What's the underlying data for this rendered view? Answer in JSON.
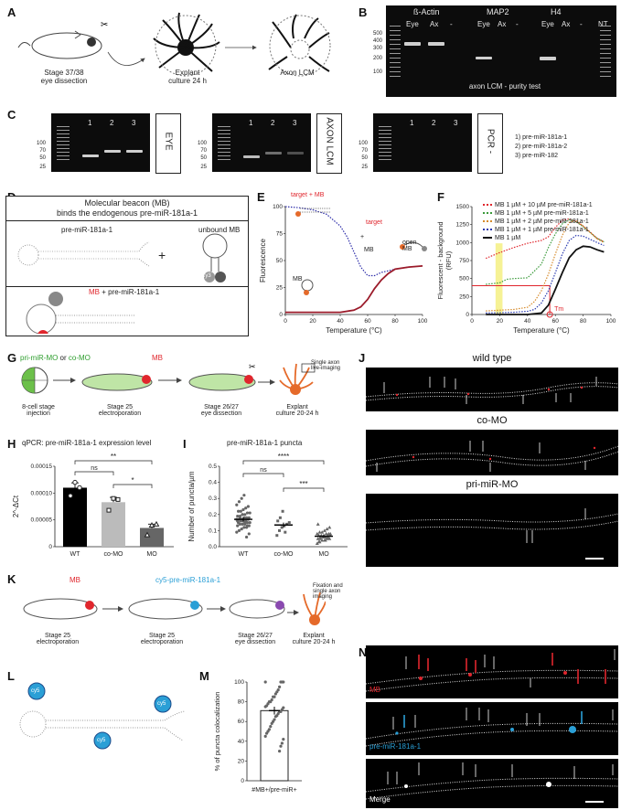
{
  "panels": {
    "A": {
      "letter": "A",
      "steps": [
        "Stage 37/38\neye dissection",
        "Explant\nculture 24 h",
        "Axon LCM"
      ]
    },
    "B": {
      "letter": "B",
      "gene_labels": [
        "ß-Actin",
        "MAP2",
        "H4"
      ],
      "lane_labels": [
        "Eye",
        "Ax",
        "-",
        "Eye",
        "Ax",
        "-",
        "Eye",
        "Ax",
        "-",
        "NT"
      ],
      "ladder": [
        "500",
        "400",
        "300",
        "200",
        "100"
      ],
      "caption": "axon LCM - purity test"
    },
    "C": {
      "letter": "C",
      "gels": [
        "EYE",
        "AXON LCM",
        "PCR -"
      ],
      "lanes": [
        "1",
        "2",
        "3"
      ],
      "ladder": [
        "100",
        "70",
        "50",
        "25"
      ],
      "key": [
        "1) pre-miR-181a-1",
        "2) pre-miR-181a-2",
        "3) pre-miR-182"
      ]
    },
    "D": {
      "letter": "D",
      "title_line1": "Molecular beacon (MB)",
      "title_line2": "binds the endogenous pre-miR-181a-1",
      "pre_label": "pre-miR-181a-1",
      "plus": "+",
      "unbound_label": "unbound MB",
      "cy3": "Cy3",
      "bound_mb": "MB",
      "bound_rest": " + pre-miR-181a-1"
    },
    "E": {
      "letter": "E",
      "target_mb": "target + MB",
      "target": "target",
      "plus": "+",
      "mb": "MB",
      "open_mb": "open\nMB",
      "xlabel": "Temperature (°C)",
      "ylabel": "Fluorescence"
    },
    "F": {
      "letter": "F",
      "ylabel": "Fluorescent - background\n(RFU)",
      "xlabel": "Temperature (°C)",
      "tm": "Tm"
    },
    "G": {
      "letter": "G",
      "pri_mo": "pri-miR-MO",
      "or": " or ",
      "co_mo": "co-MO",
      "mb": "MB",
      "steps": [
        "8-cell stage\ninjection",
        "Stage 25\nelectroporation",
        "Stage 26/27\neye dissection",
        "Explant\nculture 20-24 h"
      ],
      "single_axon": "Single axon\nlive-imaging"
    },
    "H": {
      "letter": "H",
      "title": "qPCR: pre-miR-181a-1 expression level",
      "ylabel": "2^-ΔCt",
      "sig": [
        "**",
        "ns",
        "*"
      ]
    },
    "I": {
      "letter": "I",
      "title": "pre-miR-181a-1 puncta",
      "ylabel": "Number of puncta/µm",
      "sig": [
        "****",
        "ns",
        "***"
      ]
    },
    "J": {
      "letter": "J",
      "titles": [
        "wild type",
        "co-MO",
        "pri-miR-MO"
      ]
    },
    "K": {
      "letter": "K",
      "mb": "MB",
      "cy5_pre": "cy5-pre-miR-181a-1",
      "steps": [
        "Stage 25\nelectroporation",
        "Stage 25\nelectroporation",
        "Stage 26/27\neye dissection",
        "Explant\nculture 20-24 h"
      ],
      "fixation": "Fixation and\nsingle axon\nimaging"
    },
    "L": {
      "letter": "L",
      "cy5": "cy5"
    },
    "M": {
      "letter": "M",
      "ylabel": "% of puncta colocalization",
      "xlabel": "#MB+/pre-miR+"
    },
    "N": {
      "letter": "N",
      "channels": [
        "MB",
        "pre-miR-181a-1",
        "Merge"
      ]
    }
  },
  "chart_data": [
    {
      "panel": "E",
      "type": "line",
      "xlabel": "Temperature (°C)",
      "ylabel": "Fluorescence",
      "xlim": [
        0,
        100
      ],
      "ylim": [
        0,
        100
      ],
      "xticks": [
        0,
        20,
        40,
        60,
        80,
        100
      ],
      "yticks": [
        0,
        25,
        50,
        75,
        100
      ],
      "series": [
        {
          "style": "dotted",
          "color": "#2a2aa8",
          "x": [
            0,
            10,
            20,
            30,
            40,
            45,
            50,
            55,
            60,
            65,
            70,
            80,
            90,
            100
          ],
          "y": [
            100,
            99,
            97,
            93,
            82,
            72,
            58,
            44,
            36,
            36,
            39,
            42,
            44,
            45
          ]
        },
        {
          "style": "solid",
          "color": "#9b1b2a",
          "x": [
            0,
            10,
            20,
            30,
            40,
            50,
            55,
            60,
            65,
            70,
            75,
            80,
            90,
            100
          ],
          "y": [
            2,
            2,
            2,
            2,
            2,
            4,
            7,
            14,
            24,
            32,
            38,
            42,
            44,
            45
          ]
        }
      ]
    },
    {
      "panel": "F",
      "type": "line",
      "xlabel": "Temperature (°C)",
      "ylabel": "Fluorescent - background (RFU)",
      "xlim": [
        0,
        100
      ],
      "ylim": [
        0,
        1500
      ],
      "xticks": [
        0,
        20,
        40,
        60,
        80,
        100
      ],
      "yticks": [
        0,
        250,
        500,
        750,
        1000,
        1250,
        1500
      ],
      "tm_x": 56,
      "highlight_x": [
        17,
        22
      ],
      "hline_y": 400,
      "series": [
        {
          "name": "MB 1 µM + 10 µM pre-miR-181a-1",
          "style": "dotted",
          "color": "#e0262d",
          "x": [
            10,
            20,
            30,
            40,
            50,
            55,
            60,
            65,
            70,
            75,
            80,
            90,
            95
          ],
          "y": [
            780,
            860,
            930,
            990,
            1030,
            1080,
            1210,
            1310,
            1330,
            1290,
            1230,
            1060,
            1010
          ]
        },
        {
          "name": "MB 1 µM + 5 µM pre-miR-181a-1",
          "style": "dotted",
          "color": "#3a9a3a",
          "x": [
            10,
            20,
            25,
            30,
            40,
            50,
            55,
            60,
            65,
            70,
            75,
            80,
            90,
            95
          ],
          "y": [
            420,
            440,
            490,
            500,
            510,
            700,
            930,
            1120,
            1260,
            1320,
            1290,
            1220,
            1060,
            1010
          ]
        },
        {
          "name": "MB 1 µM + 2 µM pre-miR-181a-1",
          "style": "dotted",
          "color": "#d68a2a",
          "x": [
            10,
            20,
            30,
            40,
            45,
            50,
            55,
            60,
            65,
            70,
            75,
            80,
            90,
            95
          ],
          "y": [
            50,
            60,
            70,
            100,
            180,
            330,
            560,
            840,
            1100,
            1280,
            1310,
            1230,
            1050,
            1000
          ]
        },
        {
          "name": "MB 1 µM + 1 µM pre-miR-181a-1",
          "style": "dotted",
          "color": "#2a3ab0",
          "x": [
            10,
            20,
            30,
            40,
            45,
            50,
            55,
            60,
            65,
            70,
            75,
            80,
            90,
            95
          ],
          "y": [
            20,
            25,
            30,
            45,
            70,
            160,
            330,
            580,
            840,
            1030,
            1100,
            1090,
            1000,
            960
          ]
        },
        {
          "name": "MB 1 µM",
          "style": "solid",
          "color": "#111111",
          "x": [
            10,
            20,
            30,
            40,
            50,
            55,
            60,
            65,
            70,
            75,
            80,
            85,
            90,
            95
          ],
          "y": [
            0,
            0,
            0,
            0,
            20,
            130,
            350,
            580,
            790,
            900,
            950,
            940,
            900,
            870
          ]
        }
      ]
    },
    {
      "panel": "H",
      "type": "bar",
      "categories": [
        "WT",
        "co-MO",
        "MO"
      ],
      "values": [
        0.00011,
        8.3e-05,
        3.5e-05
      ],
      "errors": [
        9e-06,
        9e-06,
        7e-06
      ],
      "ylim": [
        0,
        0.00015
      ],
      "yticks": [
        "0",
        "0.00005",
        "0.00010",
        "0.00015"
      ],
      "points": [
        [
          9.5e-05,
          0.00012,
          0.00011
        ],
        [
          6.8e-05,
          9e-05,
          8.8e-05
        ],
        [
          2.2e-05,
          4e-05,
          4.2e-05
        ]
      ]
    },
    {
      "panel": "I",
      "type": "scatter",
      "categories": [
        "WT",
        "co-MO",
        "MO"
      ],
      "means": [
        0.17,
        0.135,
        0.065
      ],
      "sems": [
        0.012,
        0.015,
        0.006
      ],
      "ylim": [
        0,
        0.5
      ],
      "yticks": [
        "0.0",
        "0.1",
        "0.2",
        "0.3",
        "0.4",
        "0.5"
      ],
      "points": [
        [
          0.09,
          0.1,
          0.11,
          0.12,
          0.12,
          0.13,
          0.13,
          0.14,
          0.14,
          0.14,
          0.15,
          0.15,
          0.15,
          0.16,
          0.16,
          0.16,
          0.17,
          0.17,
          0.17,
          0.17,
          0.18,
          0.18,
          0.18,
          0.19,
          0.19,
          0.2,
          0.2,
          0.21,
          0.21,
          0.22,
          0.22,
          0.23,
          0.24,
          0.25,
          0.26,
          0.28,
          0.3,
          0.32,
          0.06,
          0.08,
          0.16,
          0.18,
          0.2,
          0.15,
          0.13
        ],
        [
          0.07,
          0.1,
          0.12,
          0.13,
          0.14,
          0.15,
          0.16,
          0.18,
          0.22,
          0.09
        ],
        [
          0.02,
          0.03,
          0.04,
          0.04,
          0.05,
          0.05,
          0.05,
          0.06,
          0.06,
          0.06,
          0.06,
          0.07,
          0.07,
          0.07,
          0.07,
          0.08,
          0.08,
          0.08,
          0.09,
          0.09,
          0.1,
          0.11,
          0.12,
          0.14,
          0.05,
          0.06,
          0.04,
          0.07,
          0.08,
          0.03
        ]
      ]
    },
    {
      "panel": "M",
      "type": "bar",
      "categories": [
        "#MB+/pre-miR+"
      ],
      "values": [
        71
      ],
      "errors": [
        4
      ],
      "ylim": [
        0,
        100
      ],
      "yticks": [
        "0",
        "20",
        "40",
        "60",
        "80",
        "100"
      ],
      "points": [
        100,
        100,
        100,
        100,
        95,
        92,
        90,
        88,
        85,
        85,
        82,
        80,
        80,
        78,
        76,
        75,
        74,
        72,
        70,
        70,
        68,
        66,
        65,
        62,
        60,
        58,
        55,
        52,
        50,
        48,
        45,
        42,
        38,
        35,
        30
      ]
    }
  ]
}
